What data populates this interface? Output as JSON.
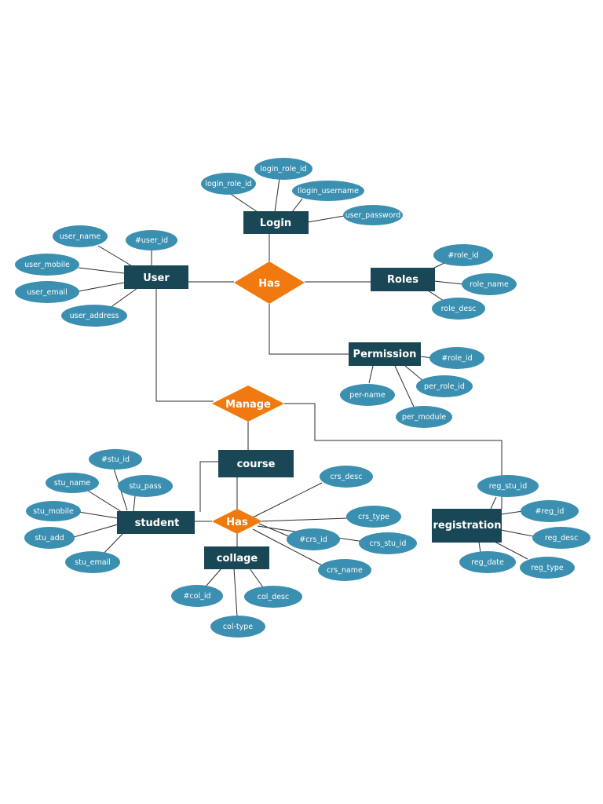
{
  "entities": {
    "login": "Login",
    "user": "User",
    "roles": "Roles",
    "permission": "Permission",
    "course": "course",
    "student": "student",
    "collage": "collage",
    "registration": "registration"
  },
  "relationships": {
    "has_top": "Has",
    "manage": "Manage",
    "has_bottom": "Has"
  },
  "attributes": {
    "login_role_id": "login_role_id",
    "login_role_id_2": "login_role_id",
    "login_username": "llogin_username",
    "user_password": "user_password",
    "user_name": "user_name",
    "user_id": "#user_id",
    "user_mobile": "user_mobile",
    "user_email": "user_email",
    "user_address": "user_address",
    "role_id": "#role_id",
    "role_name": "role_name",
    "role_desc": "role_desc",
    "perm_role_id": "#role_id",
    "per_role_id": "per_role_id",
    "per_name": "per-name",
    "per_module": "per_module",
    "stu_id": "#stu_id",
    "stu_name": "stu_name",
    "stu_pass": "stu_pass",
    "stu_mobile": "stu_mobile",
    "stu_add": "stu_add",
    "stu_email": "stu_email",
    "crs_desc": "crs_desc",
    "crs_type": "crs_type",
    "crs_id": "#crs_id",
    "crs_stu_id": "crs_stu_id",
    "crs_name": "crs_name",
    "col_id": "#col_id",
    "col_desc": "col_desc",
    "col_type": "col-type",
    "reg_stu_id": "reg_stu_id",
    "reg_id": "#reg_id",
    "reg_desc": "reg_desc",
    "reg_date": "reg_date",
    "reg_type": "reg_type"
  },
  "colors": {
    "entity": "#1a4755",
    "relationship": "#f07a10",
    "attribute": "#3b8fb0",
    "line": "#2b2b2b"
  }
}
